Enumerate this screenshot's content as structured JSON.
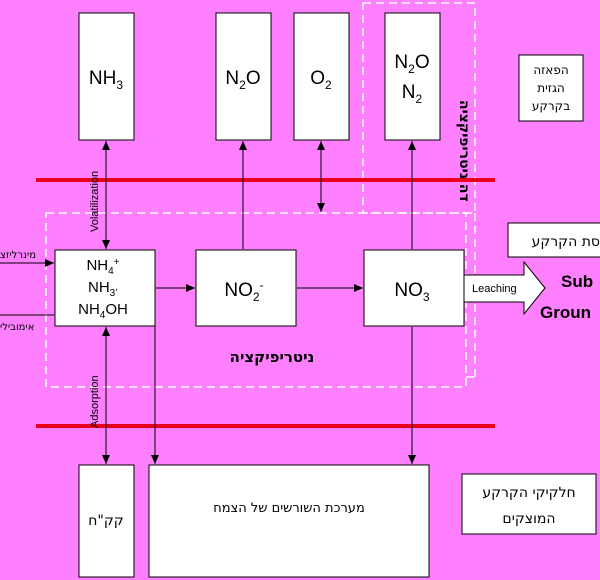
{
  "gas_phase_label": [
    "הפאזה",
    "הגזית",
    "בקרקע"
  ],
  "soil_solution_label": "סת הקרקע",
  "solid_phase_label": [
    "חלקיקי הקרקע",
    "המוצקים"
  ],
  "boxes": {
    "nh3_top": {
      "main": "NH",
      "sub": "3"
    },
    "n2o_top": {
      "main": "N",
      "sub": "2",
      "tail": "O"
    },
    "o2_top": {
      "main": "O",
      "sub": "2"
    },
    "denit_products": {
      "line1_main": "N",
      "line1_sub": "2",
      "line1_tail": "O",
      "line2_main": "N",
      "line2_sub": "2"
    },
    "ammonium": {
      "l1": "NH",
      "l1sub": "4",
      "l1sup": "+",
      "l2": "NH",
      "l2sub": "3",
      "l2sup": ",",
      "l3": "NH",
      "l3sub": "4",
      "l3tail": "OH"
    },
    "nitrite": {
      "main": "NO",
      "sub": "2",
      "sup": "-"
    },
    "nitrate": {
      "main": "NO",
      "sub": "3"
    },
    "cec": "קק\"ח",
    "roots": "מערכת השורשים של הצמח"
  },
  "process_labels": {
    "volatilization": "Volatilization",
    "adsorption": "Adsorption",
    "leaching": "Leaching",
    "nitrification": "ניטריפיקציה",
    "denitrification": "דה ניטריפיקציה",
    "mineralization": "מינרליזצ",
    "immobilization": "אימובילי"
  },
  "leach_target": {
    "line1": "Sub",
    "line2": "Groun"
  },
  "colors": {
    "background": "#FF80FF",
    "boundary": "#E8001C",
    "box": "#FFFFFF",
    "arrow": "#000000"
  }
}
